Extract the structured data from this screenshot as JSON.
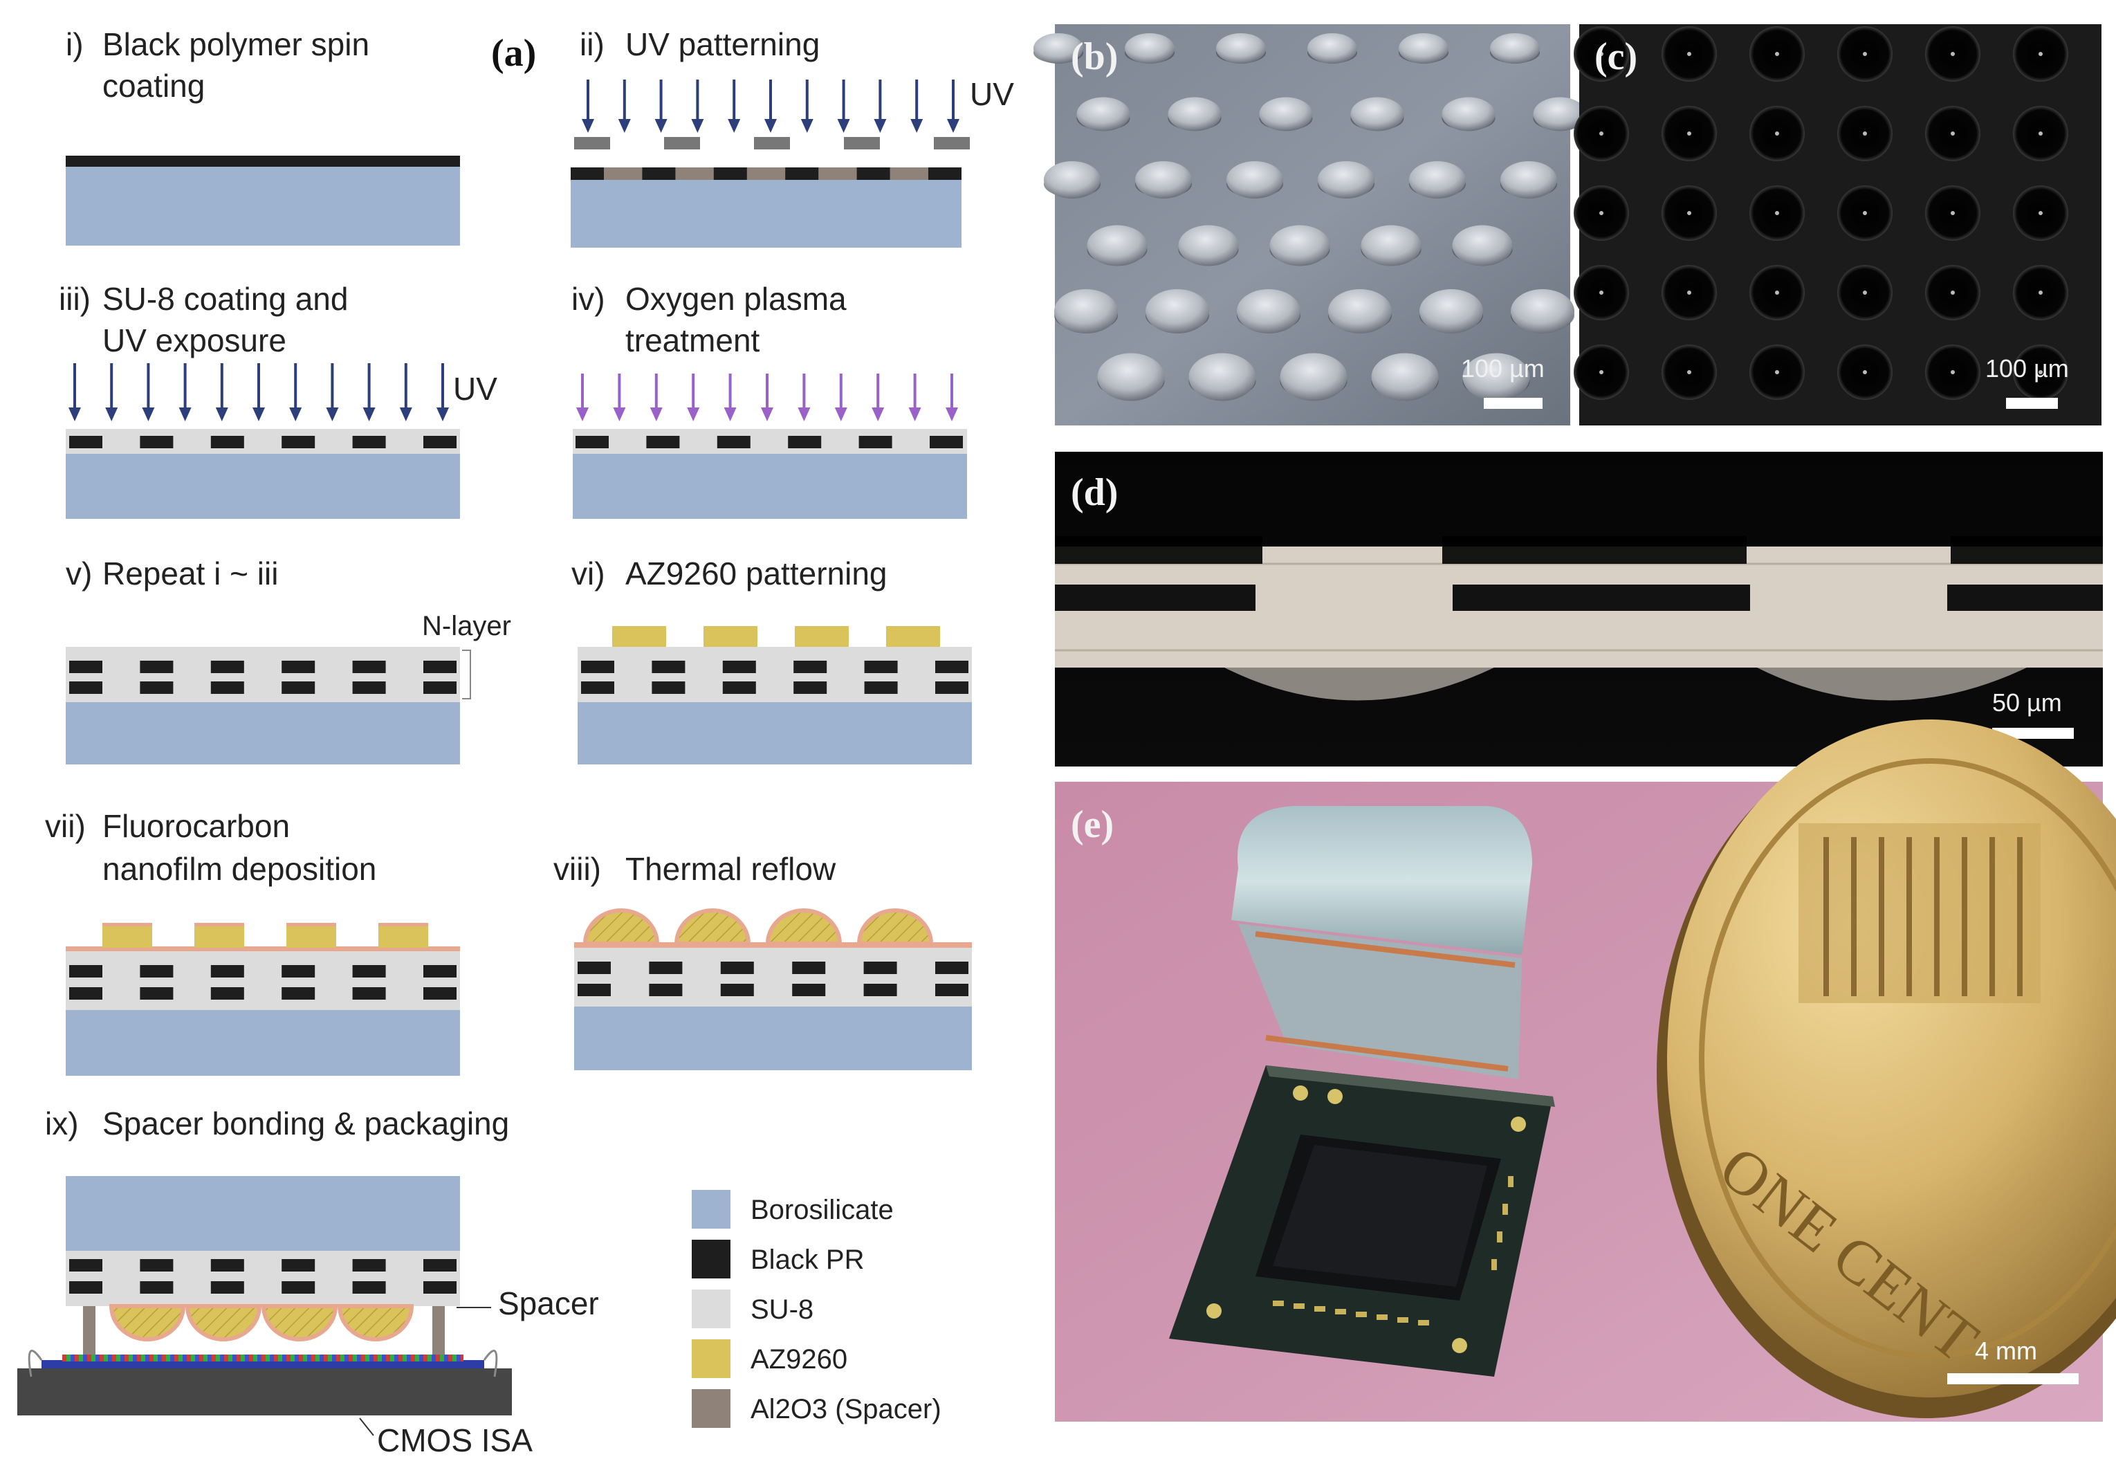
{
  "panel_a": {
    "label": "(a)",
    "steps": [
      {
        "num": "i)",
        "line1": "Black polymer spin",
        "line2": "coating"
      },
      {
        "num": "ii)",
        "line1": "UV patterning",
        "line2": ""
      },
      {
        "num": "iii)",
        "line1": "SU-8 coating and",
        "line2": "UV exposure"
      },
      {
        "num": "iv)",
        "line1": "Oxygen plasma",
        "line2": "treatment"
      },
      {
        "num": "v)",
        "line1": "Repeat i ~ iii",
        "line2": ""
      },
      {
        "num": "vi)",
        "line1": "AZ9260 patterning",
        "line2": ""
      },
      {
        "num": "vii)",
        "line1": "Fluorocarbon",
        "line2": "nanofilm deposition"
      },
      {
        "num": "viii)",
        "line1": "Thermal reflow",
        "line2": ""
      },
      {
        "num": "ix)",
        "line1": "Spacer bonding & packaging",
        "line2": ""
      }
    ],
    "uv_label": "UV",
    "n_layer_label": "N-layer",
    "spacer_label": "Spacer",
    "cmos_label": "CMOS ISA",
    "legend": [
      {
        "name": "Borosilicate",
        "color": "#9db3cf"
      },
      {
        "name": "Black PR",
        "color": "#1e1e1e"
      },
      {
        "name": "SU-8",
        "color": "#dcdcdc"
      },
      {
        "name": "AZ9260",
        "color": "#d9c35a"
      },
      {
        "name": "Al2O3 (Spacer)",
        "color": "#8e8279"
      }
    ]
  },
  "panel_b": {
    "label": "(b)",
    "scale": "100 µm"
  },
  "panel_c": {
    "label": "(c)",
    "scale": "100 µm"
  },
  "panel_d": {
    "label": "(d)",
    "scale": "50 µm"
  },
  "panel_e": {
    "label": "(e)",
    "scale": "4 mm",
    "coin_text": "ONE CENT"
  },
  "colors": {
    "borosilicate": "#9db3cf",
    "black_pr": "#1e1e1e",
    "su8": "#dcdcdc",
    "az9260": "#d9c35a",
    "spacer": "#8e8279",
    "fluorocarbon": "#e8a890",
    "uv_arrow": "#2d3f7a",
    "plasma_arrow": "#9a62c8",
    "cmos": "#464646"
  }
}
